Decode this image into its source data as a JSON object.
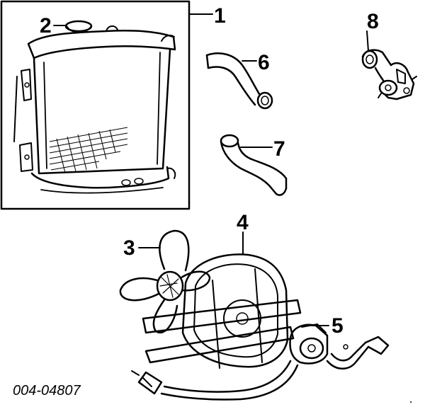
{
  "diagram": {
    "callouts": [
      {
        "id": "1",
        "text": "1"
      },
      {
        "id": "2",
        "text": "2"
      },
      {
        "id": "3",
        "text": "3"
      },
      {
        "id": "4",
        "text": "4"
      },
      {
        "id": "5",
        "text": "5"
      },
      {
        "id": "6",
        "text": "6"
      },
      {
        "id": "7",
        "text": "7"
      },
      {
        "id": "8",
        "text": "8"
      }
    ],
    "part_number": "004-04807"
  }
}
